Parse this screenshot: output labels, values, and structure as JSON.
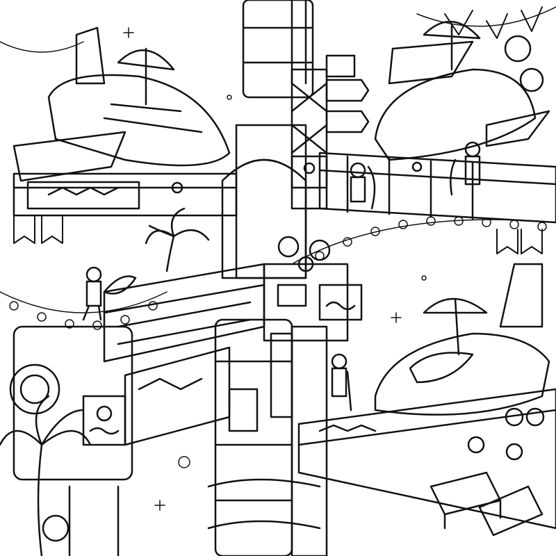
{
  "scene": {
    "style": "black-and-white line art coloring page",
    "colors": {
      "line": "#111111",
      "paper": "#ffffff"
    },
    "elements": [
      "space-station-tower",
      "space-shuttle",
      "beach-umbrella",
      "astronaut",
      "surfboard",
      "palm-tree",
      "bunting-flags",
      "string-lights",
      "lounge-chair",
      "hibiscus-flower",
      "sun-sign",
      "wave-sign"
    ]
  }
}
